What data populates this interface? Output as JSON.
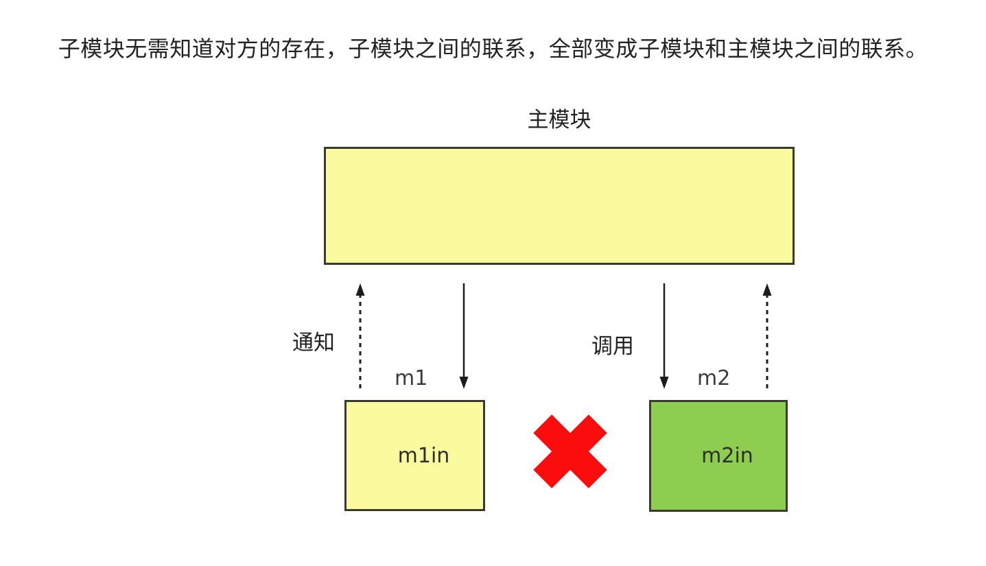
{
  "title": "子模块无需知道对方的存在，子模块之间的联系，全部变成子模块和主模块之间的联系。",
  "diagram": {
    "main_module": {
      "label": "主模块"
    },
    "edges": {
      "notify_label": "通知",
      "call_label": "调用"
    },
    "module1": {
      "name": "m1",
      "inner_label": "m1in"
    },
    "module2": {
      "name": "m2",
      "inner_label": "m2in"
    },
    "forbidden_link_icon": "red-x-mark"
  },
  "colors": {
    "background": "#FFFFFF",
    "text_color": "#222222",
    "main_module_fill": "#FAFA9E",
    "module1_fill": "#FAFA9E",
    "module2_fill": "#8DCE50",
    "box_border": "#3A3A2E",
    "arrow_color": "#1C1C1C",
    "cross_red": "#FB0D0D"
  }
}
